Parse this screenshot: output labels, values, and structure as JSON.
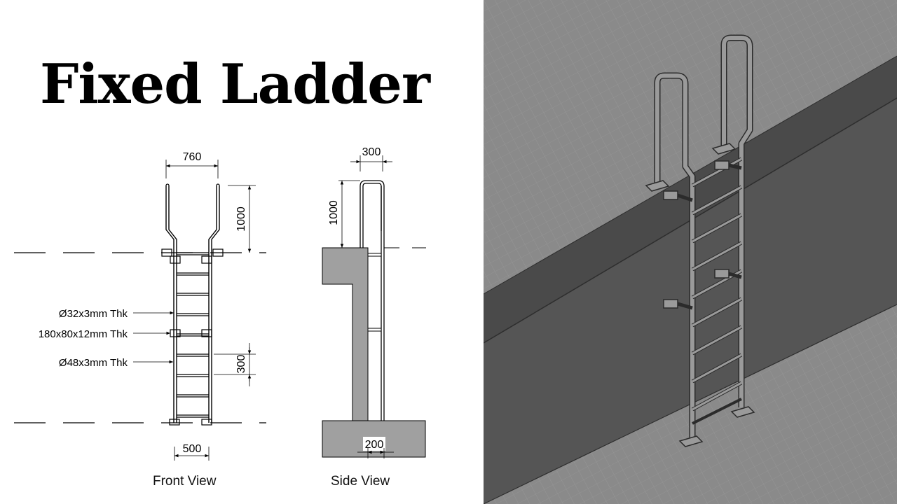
{
  "title": "Fixed Ladder",
  "front_view": {
    "caption": "Front View",
    "dim_width_top": "760",
    "dim_height_top": "1000",
    "dim_rung_spacing": "300",
    "dim_width_bottom": "500",
    "callout_rung": "Ø32x3mm Thk",
    "callout_plate": "180x80x12mm Thk",
    "callout_stile": "Ø48x3mm Thk"
  },
  "side_view": {
    "caption": "Side View",
    "dim_top_offset": "300",
    "dim_height_top": "1000",
    "dim_bottom_offset": "200"
  },
  "colors": {
    "background": "#ffffff",
    "line": "#000000",
    "concrete": "#a0a0a0",
    "render_floor": "#8a8a8a",
    "render_wall": "#555555",
    "render_steel": "#9a9a9a"
  }
}
